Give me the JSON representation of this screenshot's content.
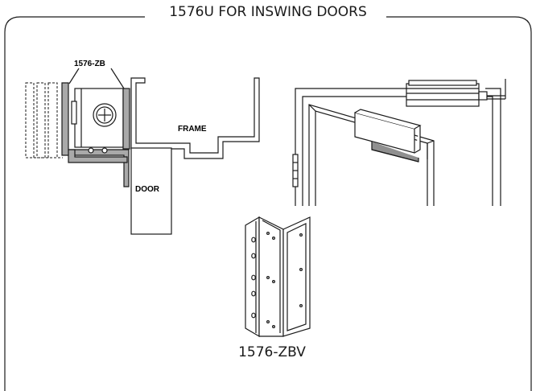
{
  "title": "1576U FOR INSWING DOORS",
  "labels": {
    "bracket_top": "1576-ZB",
    "frame": "FRAME",
    "door": "DOOR"
  },
  "caption": "1576-ZBV",
  "colors": {
    "line": "#1a1a1a",
    "bracket_fill": "#a9a9a9",
    "door_shade": "#8f8f8f"
  }
}
